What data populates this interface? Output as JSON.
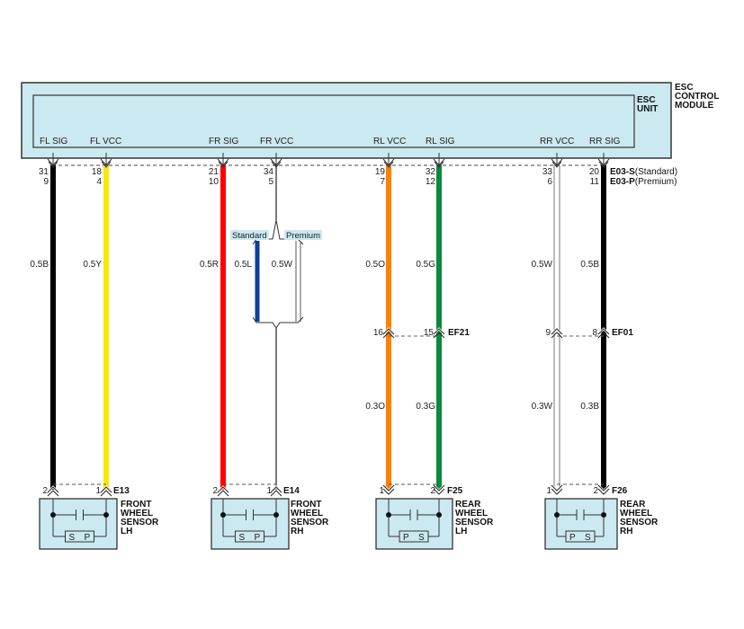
{
  "module": {
    "outer_title": [
      "ESC",
      "CONTROL",
      "MODULE"
    ],
    "inner_title": [
      "ESC",
      "UNIT"
    ],
    "fill_color": "#cbe9f0"
  },
  "connector_top": {
    "standard_id": "E03-S",
    "standard_note": "(Standard)",
    "premium_id": "E03-P",
    "premium_note": "(Premium)"
  },
  "pins": [
    {
      "name": "FL SIG",
      "std_pin": "31",
      "prem_pin": "9",
      "upper_wire": "0.5B",
      "color": "#000000",
      "style": "solid"
    },
    {
      "name": "FL VCC",
      "std_pin": "18",
      "prem_pin": "4",
      "upper_wire": "0.5Y",
      "color": "#f5ea00",
      "style": "solid"
    },
    {
      "name": "FR SIG",
      "std_pin": "21",
      "prem_pin": "10",
      "upper_wire": "0.5R",
      "color": "#ff0000",
      "style": "solid"
    },
    {
      "name": "FR VCC",
      "std_pin": "34",
      "prem_pin": "5",
      "upper_wire": "",
      "color": "#333333",
      "style": "thin"
    },
    {
      "name": "RL VCC",
      "std_pin": "19",
      "prem_pin": "7",
      "upper_wire": "0.5O",
      "lower_wire": "0.3O",
      "color": "#ff8000",
      "style": "solid"
    },
    {
      "name": "RL SIG",
      "std_pin": "32",
      "prem_pin": "12",
      "upper_wire": "0.5G",
      "lower_wire": "0.3G",
      "color": "#0a8a3a",
      "style": "solid"
    },
    {
      "name": "RR VCC",
      "std_pin": "33",
      "prem_pin": "6",
      "upper_wire": "0.5W",
      "lower_wire": "0.3W",
      "color": "#ffffff",
      "style": "white"
    },
    {
      "name": "RR SIG",
      "std_pin": "20",
      "prem_pin": "11",
      "upper_wire": "0.5B",
      "lower_wire": "0.3B",
      "color": "#000000",
      "style": "solid"
    }
  ],
  "fr_vcc_split": {
    "standard_label": "Standard",
    "premium_label": "Premium",
    "standard_wire": "0.5L",
    "premium_wire": "0.5W",
    "standard_color": "#0a3f9a"
  },
  "inline_connectors": [
    {
      "id": "EF21",
      "left_pin": "16",
      "right_pin": "15"
    },
    {
      "id": "EF01",
      "left_pin": "9",
      "right_pin": "8"
    }
  ],
  "sensors": [
    {
      "connector": "E13",
      "left_pin": "2",
      "right_pin": "1",
      "title": [
        "FRONT",
        "WHEEL",
        "SENSOR",
        "LH"
      ],
      "box_left": "S",
      "box_right": "P"
    },
    {
      "connector": "E14",
      "left_pin": "2",
      "right_pin": "1",
      "title": [
        "FRONT",
        "WHEEL",
        "SENSOR",
        "RH"
      ],
      "box_left": "S",
      "box_right": "P"
    },
    {
      "connector": "F25",
      "left_pin": "1",
      "right_pin": "2",
      "title": [
        "REAR",
        "WHEEL",
        "SENSOR",
        "LH"
      ],
      "box_left": "P",
      "box_right": "S"
    },
    {
      "connector": "F26",
      "left_pin": "1",
      "right_pin": "2",
      "title": [
        "REAR",
        "WHEEL",
        "SENSOR",
        "RH"
      ],
      "box_left": "P",
      "box_right": "S"
    }
  ]
}
